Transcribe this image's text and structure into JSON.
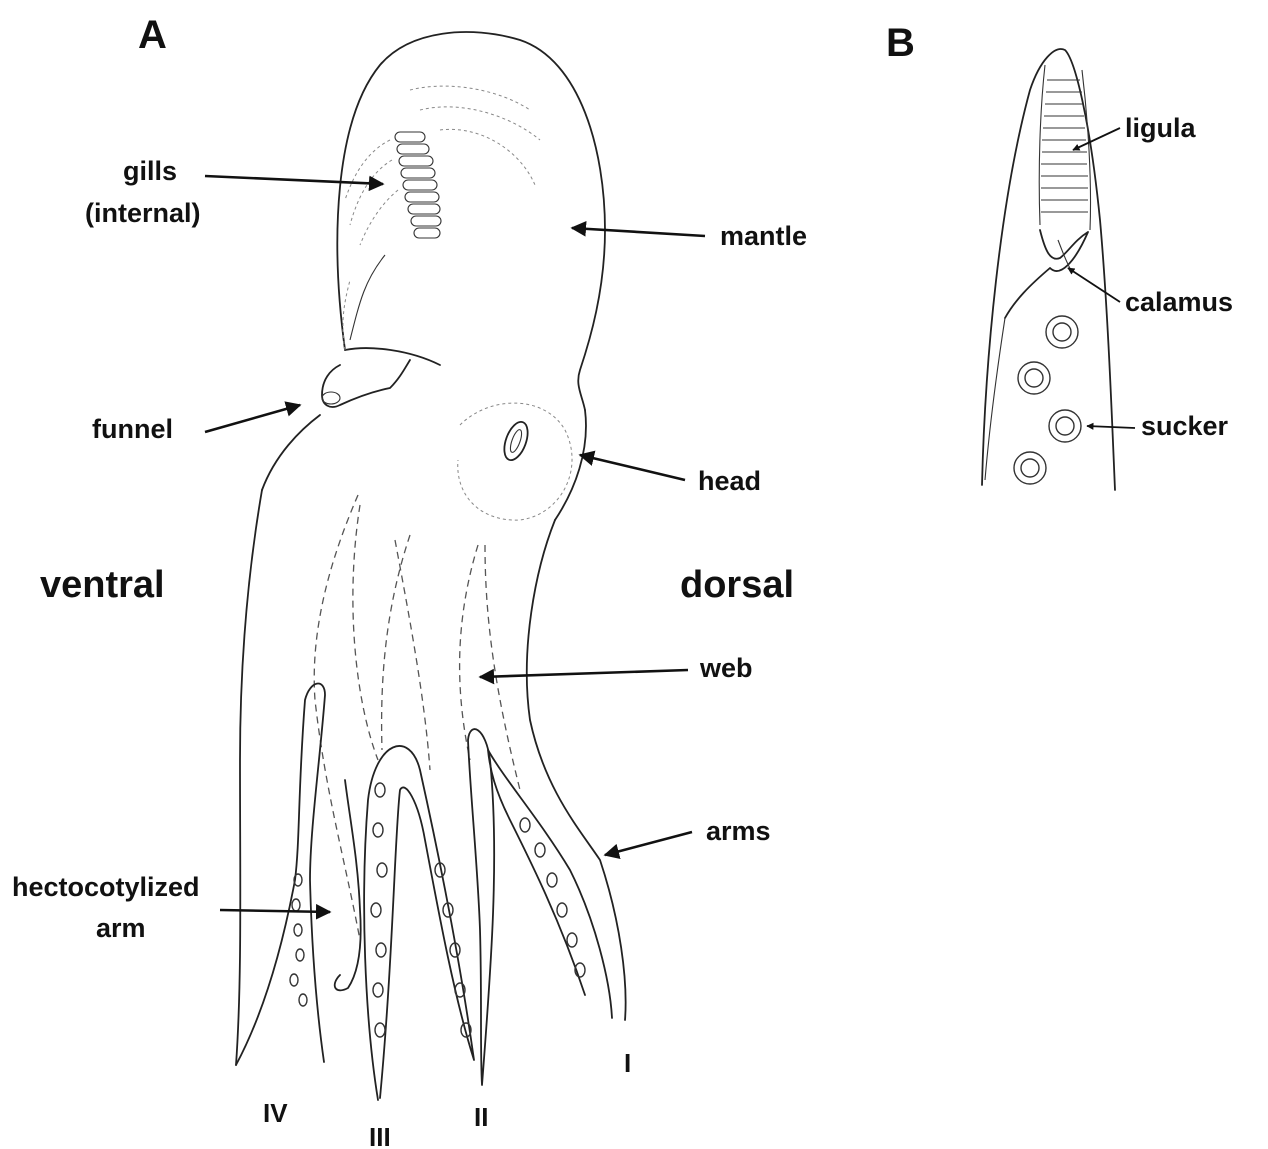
{
  "panels": {
    "a": "A",
    "b": "B"
  },
  "labels_a": {
    "gills_line1": "gills",
    "gills_line2": "(internal)",
    "mantle": "mantle",
    "funnel": "funnel",
    "head": "head",
    "ventral": "ventral",
    "dorsal": "dorsal",
    "web": "web",
    "arms": "arms",
    "hecto_line1": "hectocotylized",
    "hecto_line2": "arm"
  },
  "arm_numbers": {
    "iv": "IV",
    "iii": "III",
    "ii": "II",
    "i": "I"
  },
  "labels_b": {
    "ligula": "ligula",
    "calamus": "calamus",
    "sucker": "sucker"
  }
}
